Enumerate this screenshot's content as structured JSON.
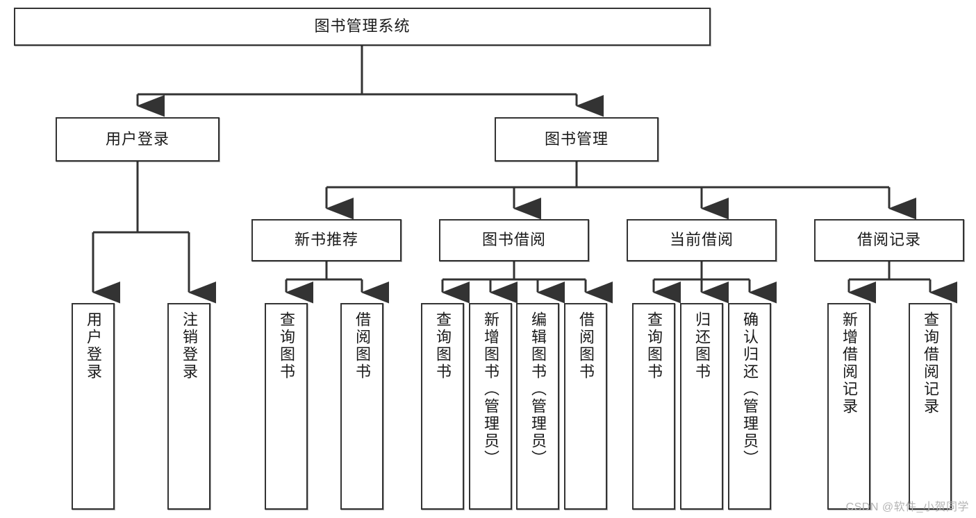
{
  "diagram": {
    "title": "图书管理系统",
    "watermark": "CSDN @软件_小贺同学",
    "stroke_color": "#333333",
    "fill_color": "#ffffff",
    "text_color": "#1a1a1a",
    "nodes": {
      "root": "图书管理系统",
      "user_login": "用户登录",
      "book_manage": "图书管理",
      "new_book_rec": "新书推荐",
      "book_borrow": "图书借阅",
      "current_borrow": "当前借阅",
      "borrow_record": "借阅记录",
      "leaf_user_login": "用户登录",
      "leaf_logout": "注销登录",
      "leaf_query_book_1": "查询图书",
      "leaf_borrow_book_1": "借阅图书",
      "leaf_query_book_2": "查询图书",
      "leaf_add_book_admin": "新增图书（管理员）",
      "leaf_edit_book_admin": "编辑图书（管理员）",
      "leaf_borrow_book_2": "借阅图书",
      "leaf_query_book_3": "查询图书",
      "leaf_return_book": "归还图书",
      "leaf_confirm_return_admin": "确认归还（管理员）",
      "leaf_add_record": "新增借阅记录",
      "leaf_query_record": "查询借阅记录"
    }
  }
}
